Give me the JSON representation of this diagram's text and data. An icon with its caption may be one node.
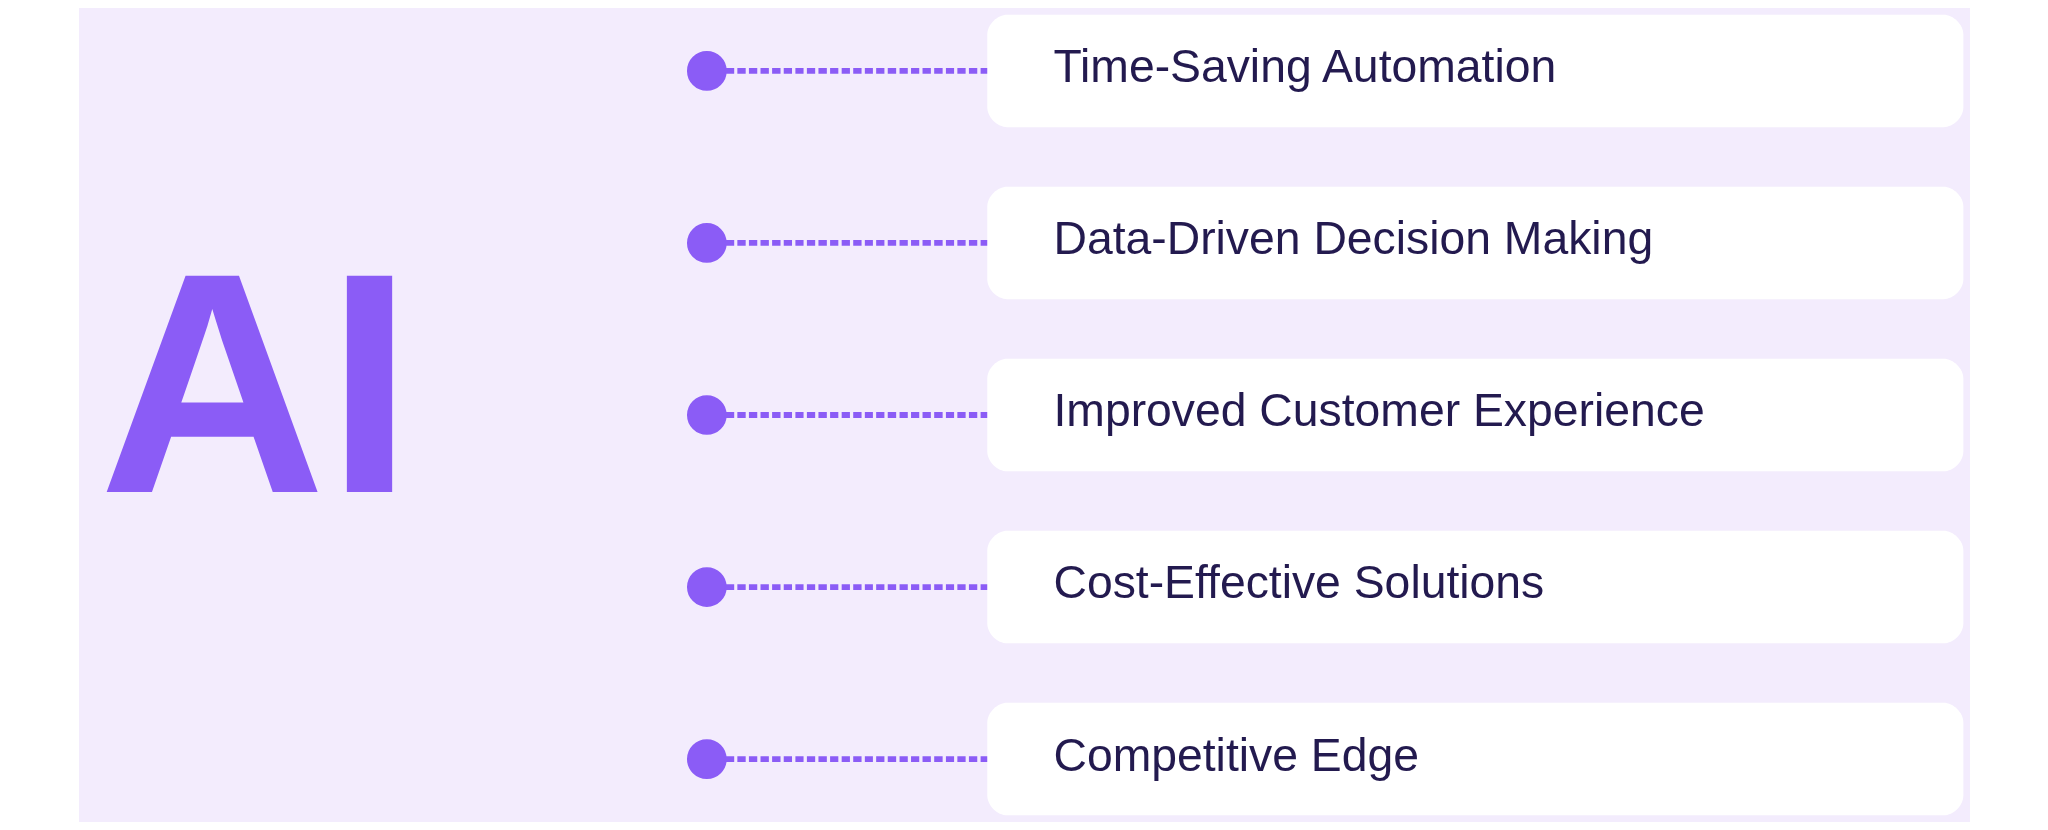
{
  "diagram": {
    "nodes": [
      {
        "text": [],
        "shape": "circle"
      },
      {
        "text": [],
        "shape": "circle"
      },
      {
        "text": [],
        "shape": "circle"
      },
      {
        "text": [],
        "shape": "circle"
      },
      {
        "text": [],
        "shape": "circle"
      },
      {
        "text": [
          "Time-Saving Automation"
        ]
      },
      {
        "text": [
          "Data-Driven Decision Making"
        ]
      },
      {
        "text": [
          "Improved Customer Experience"
        ]
      },
      {
        "text": [
          "Cost-Effective Solutions"
        ]
      },
      {
        "text": [
          "Competitive Edge"
        ]
      }
    ],
    "edges": [
      {
        "from": 0,
        "to": 5,
        "arrow": "none",
        "style": "dashed"
      },
      {
        "from": 1,
        "to": 6,
        "arrow": "none",
        "style": "dashed"
      },
      {
        "from": 2,
        "to": 7,
        "arrow": "none",
        "style": "dashed"
      },
      {
        "from": 3,
        "to": 8,
        "arrow": "none",
        "style": "dashed"
      },
      {
        "from": 4,
        "to": 9,
        "arrow": "none",
        "style": "dashed"
      }
    ],
    "labels": [
      "AI"
    ]
  }
}
